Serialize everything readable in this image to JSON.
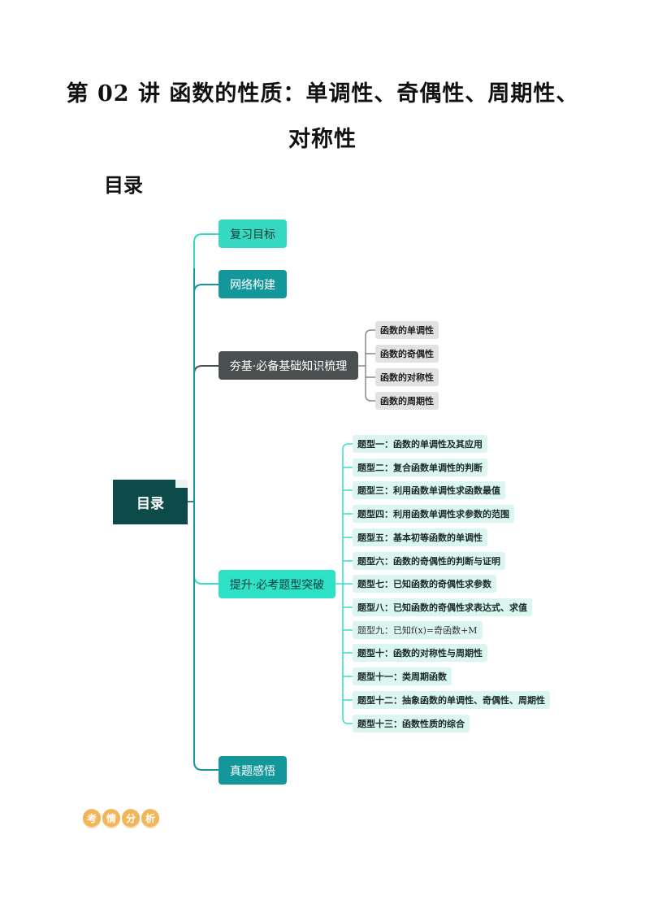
{
  "title": {
    "line1": "第 02 讲  函数的性质：单调性、奇偶性、周期性、",
    "line2": "对称性"
  },
  "toc_heading": "目录",
  "mindmap": {
    "root": "目录",
    "branches": [
      {
        "label": "复习目标",
        "children": []
      },
      {
        "label": "网络构建",
        "children": []
      },
      {
        "label": "夯基·必备基础知识梳理",
        "children": [
          "函数的单调性",
          "函数的奇偶性",
          "函数的对称性",
          "函数的周期性"
        ]
      },
      {
        "label": "提升·必考题型突破",
        "children": [
          "题型一：函数的单调性及其应用",
          "题型二：复合函数单调性的判断",
          "题型三：利用函数单调性求函数最值",
          "题型四：利用函数单调性求参数的范围",
          "题型五：基本初等函数的单调性",
          "题型六：函数的奇偶性的判断与证明",
          "题型七：已知函数的奇偶性求参数",
          "题型八：已知函数的奇偶性求表达式、求值",
          "题型九：已知f(x)=奇函数+M",
          "题型十：函数的对称性与周期性",
          "题型十一：类周期函数",
          "题型十二：抽象函数的单调性、奇偶性、周期性",
          "题型十三：函数性质的综合"
        ]
      },
      {
        "label": "真题感悟",
        "children": []
      }
    ]
  },
  "badge": [
    "考",
    "情",
    "分",
    "析"
  ],
  "colors": {
    "root": "#0c4b4a",
    "branch_light": "#35d8c0",
    "branch_mid": "#14979b",
    "branch_dark": "#4a4f4f",
    "leaf_teal_bg": "#dbf6f0",
    "leaf_grey_bg": "#e2e2e2",
    "badge": "#f3b55a"
  }
}
